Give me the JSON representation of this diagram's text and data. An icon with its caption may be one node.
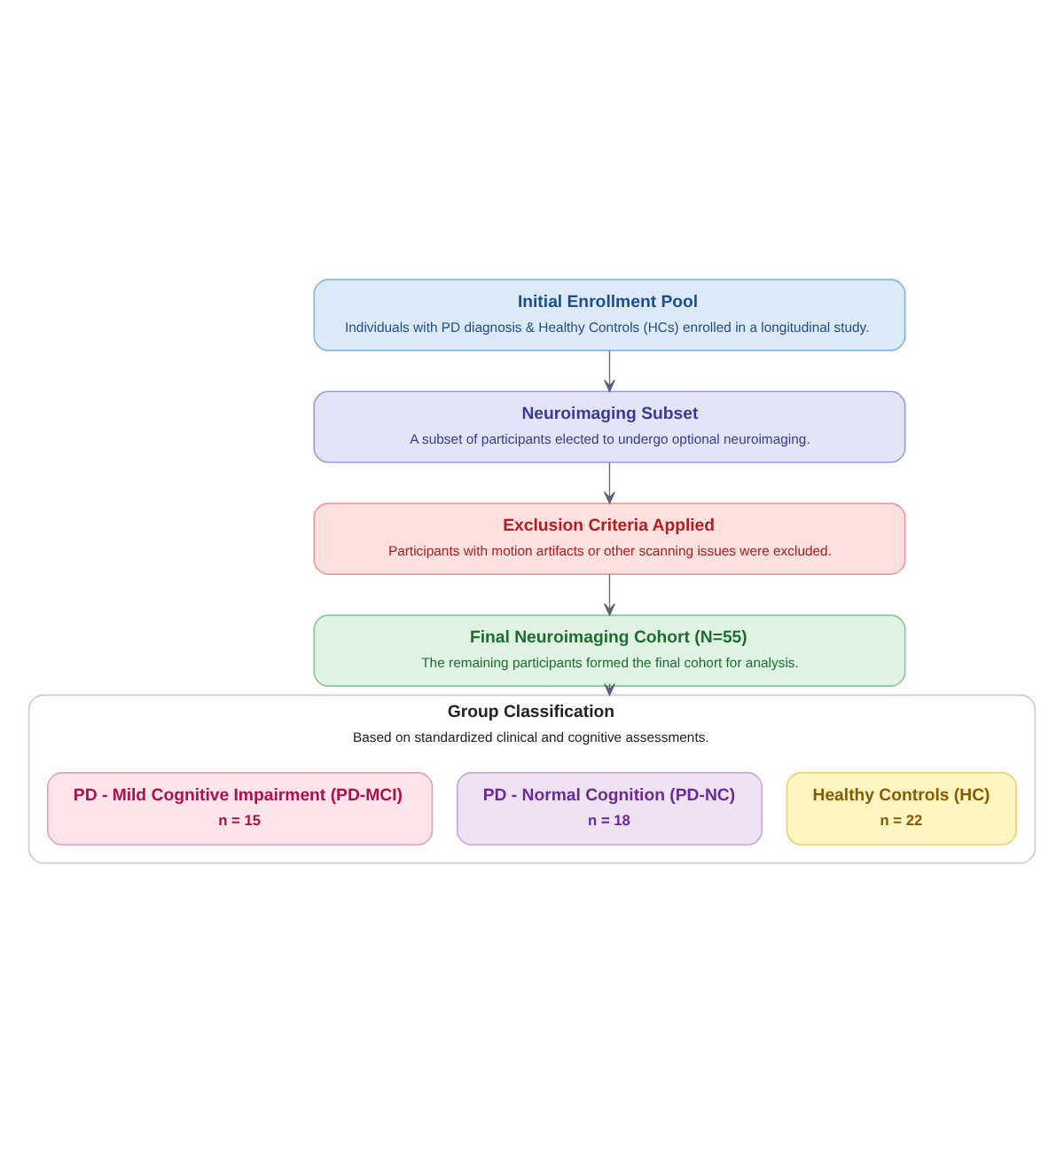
{
  "diagram": {
    "nodes": [
      {
        "text": [
          "Initial Enrollment Pool",
          "Individuals with PD diagnosis & Healthy Controls (HCs) enrolled in a longitudinal study."
        ]
      },
      {
        "text": [
          "Neuroimaging Subset",
          "A subset of participants elected to undergo optional neuroimaging."
        ]
      },
      {
        "text": [
          "Exclusion Criteria Applied",
          "Participants with motion artifacts or other scanning issues were excluded."
        ]
      },
      {
        "text": [
          "Final Neuroimaging Cohort (N=55)",
          "The remaining participants formed the final cohort for analysis."
        ]
      },
      {
        "text": [
          "Group Classification",
          "Based on standardized clinical and cognitive assessments."
        ]
      },
      {
        "text": [
          "Healthy Controls (HC)",
          "n = 22"
        ],
        "in": 4
      },
      {
        "text": [
          "PD - Normal Cognition (PD-NC)",
          "n = 18"
        ],
        "in": 4
      },
      {
        "text": [
          "PD - Mild Cognitive Impairment (PD-MCI)",
          "n = 15"
        ],
        "in": 4
      }
    ],
    "edges": [
      {
        "from": 0,
        "to": 1,
        "arrow": "to"
      },
      {
        "from": 1,
        "to": 2,
        "arrow": "to"
      },
      {
        "from": 2,
        "to": 3,
        "arrow": "to"
      },
      {
        "from": 3,
        "to": 4,
        "arrow": "to"
      }
    ]
  }
}
